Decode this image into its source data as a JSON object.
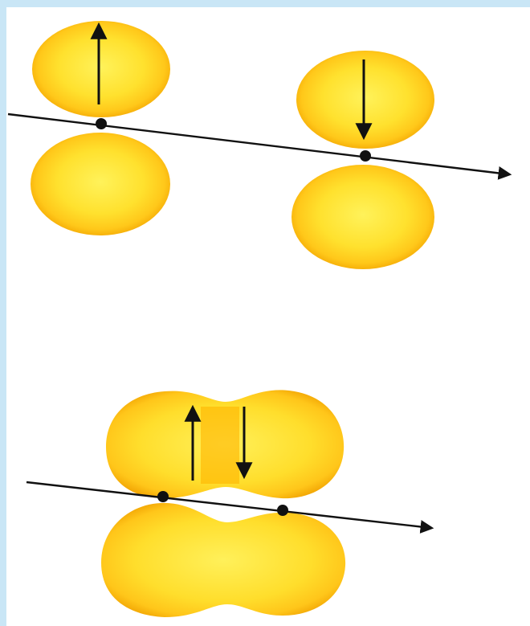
{
  "diagram": {
    "frame_color": "#c9e6f6",
    "background_color": "#ffffff",
    "lobe_colors": {
      "core": "#fff25a",
      "mid": "#ffd51f",
      "edge": "#f2a200",
      "overlap": "#ffb400"
    },
    "line_color": "#111111",
    "panels": [
      {
        "name": "separate-p-orbitals",
        "orbitals": [
          {
            "name": "left-p-orbital",
            "spin": "up"
          },
          {
            "name": "right-p-orbital",
            "spin": "down"
          }
        ]
      },
      {
        "name": "overlapping-pi-bond",
        "spins": [
          "up",
          "down"
        ]
      }
    ]
  }
}
